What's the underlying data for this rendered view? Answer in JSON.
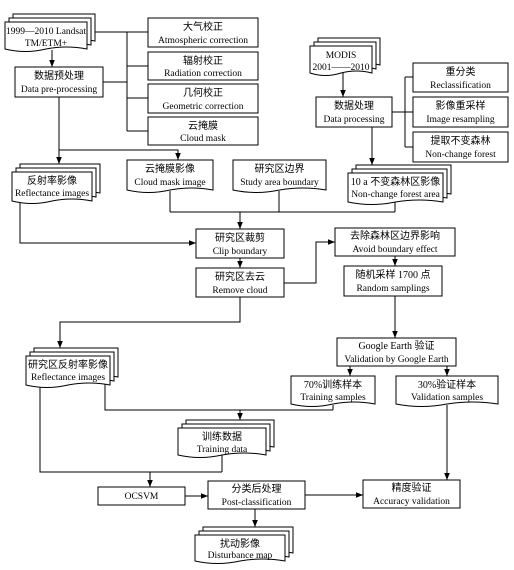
{
  "nodes": {
    "landsat": {
      "line1": "1999—2010 Landsat",
      "line2": "TM/ETM+"
    },
    "preprocess": {
      "zh": "数据预处理",
      "en": "Data pre-processing"
    },
    "atmospheric": {
      "zh": "大气校正",
      "en": "Atmospheric correction"
    },
    "radiation": {
      "zh": "辐射校正",
      "en": "Radiation correction"
    },
    "geometric": {
      "zh": "几何校正",
      "en": "Geometric correction"
    },
    "cloudmask": {
      "zh": "云掩膜",
      "en": "Cloud mask"
    },
    "reflectance": {
      "zh": "反射率影像",
      "en": "Reflectance images"
    },
    "cloudmask_image": {
      "zh": "云掩膜影像",
      "en": "Cloud mask image"
    },
    "study_area": {
      "zh": "研究区边界",
      "en": "Study area boundary"
    },
    "modis": {
      "line1": "MODIS",
      "line2": "2001——2010"
    },
    "data_processing": {
      "zh": "数据处理",
      "en": "Data processing"
    },
    "reclassification": {
      "zh": "重分类",
      "en": "Reclassification"
    },
    "resampling": {
      "zh": "影像重采样",
      "en": "Image resampling"
    },
    "nonchange_extract": {
      "zh": "提取不变森林",
      "en": "Non-change forest"
    },
    "nonchange_area": {
      "zh": "10 a 不变森林区影像",
      "en": "Non-change forest area"
    },
    "clip": {
      "zh": "研究区裁剪",
      "en": "Clip boundary"
    },
    "avoid_boundary": {
      "zh": "去除森林区边界影响",
      "en": "Avoid boundary effect"
    },
    "remove_cloud": {
      "zh": "研究区去云",
      "en": "Remove cloud"
    },
    "random_sampling": {
      "zh": "随机采样 1700 点",
      "en": "Random samplings"
    },
    "google_earth": {
      "zh": "Google Earth 验证",
      "en": "Validation by Google Earth"
    },
    "study_reflectance": {
      "zh": "研究区反射率影像",
      "en": "Reflectance images"
    },
    "training_samples": {
      "zh": "70%训练样本",
      "en": "Training samples"
    },
    "validation_samples": {
      "zh": "30%验证样本",
      "en": "Validation samples"
    },
    "training_data": {
      "zh": "训练数据",
      "en": "Training data"
    },
    "ocsvm": {
      "label": "OCSVM"
    },
    "post_classification": {
      "zh": "分类后处理",
      "en": "Post-classification"
    },
    "accuracy": {
      "zh": "精度验证",
      "en": "Accuracy validation"
    },
    "disturbance": {
      "zh": "扰动影像",
      "en": "Disturbance map"
    }
  }
}
